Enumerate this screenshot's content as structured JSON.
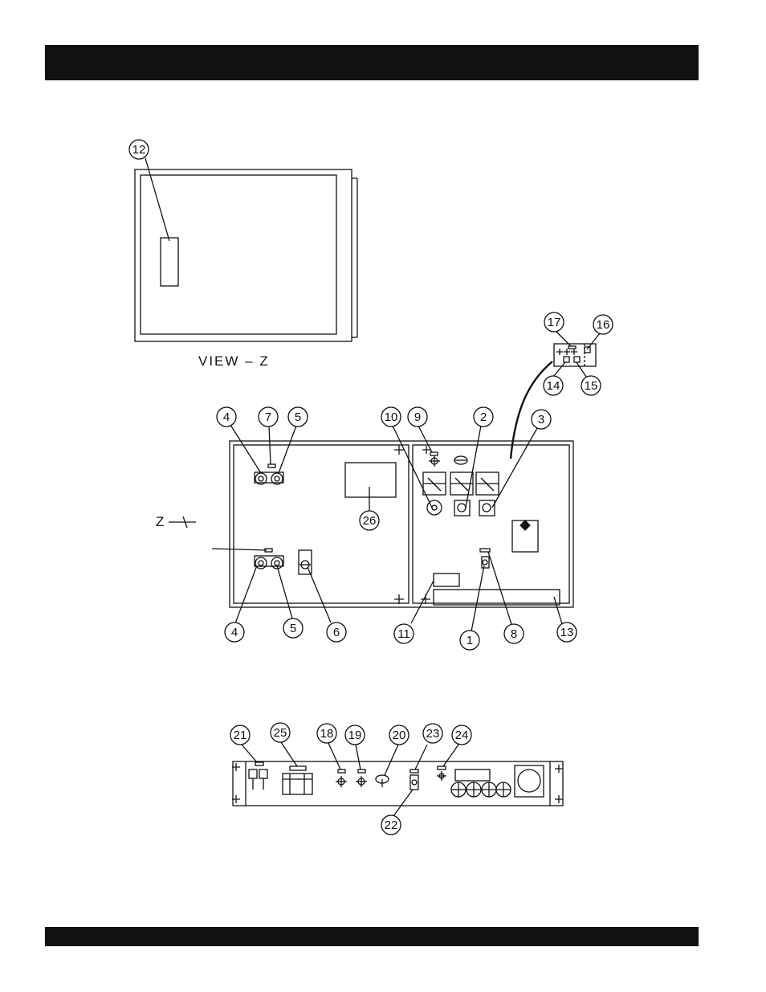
{
  "labels": {
    "view_z": "VIEW – Z",
    "z_arrow": "Z"
  },
  "callouts": {
    "c1": "1",
    "c2": "2",
    "c3": "3",
    "c4a": "4",
    "c4b": "4",
    "c5a": "5",
    "c5b": "5",
    "c6": "6",
    "c7": "7",
    "c8": "8",
    "c9": "9",
    "c10": "10",
    "c11": "11",
    "c12": "12",
    "c13": "13",
    "c14": "14",
    "c15": "15",
    "c16": "16",
    "c17": "17",
    "c18": "18",
    "c19": "19",
    "c20": "20",
    "c21": "21",
    "c22": "22",
    "c23": "23",
    "c24": "24",
    "c25": "25",
    "c26": "26"
  },
  "colors": {
    "ink": "#111111",
    "bar": "#111111"
  }
}
